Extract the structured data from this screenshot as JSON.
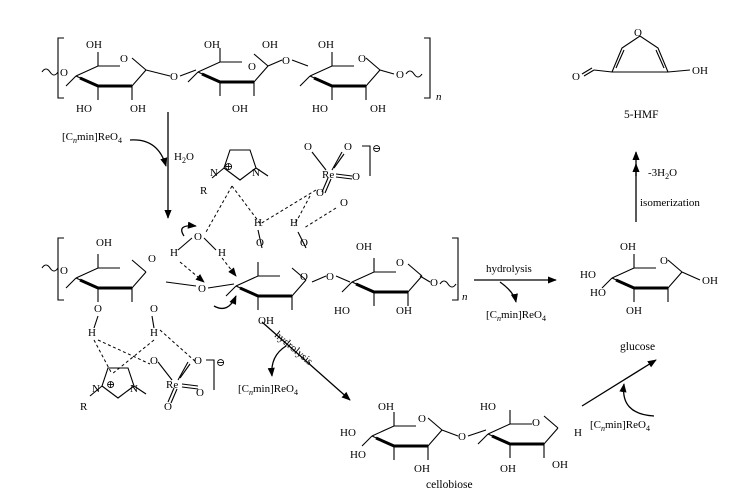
{
  "labels": {
    "oh": "OH",
    "ho": "HO",
    "o": "O",
    "h": "H",
    "n_atom": "N",
    "r_group": "R",
    "re": "Re",
    "n_sub": "n",
    "plus": "⊕",
    "minus": "⊖"
  },
  "reagents": {
    "water": "H",
    "water_sub": "2",
    "water_tail": "O",
    "il_open": "[C",
    "il_n": "n",
    "il_mid": "min]ReO",
    "il_four": "4",
    "hydrolysis": "hydrolysis",
    "dehydration": "-3H",
    "dehydration_sub": "2",
    "dehydration_tail": "O",
    "isomerization": "isomerization"
  },
  "products": {
    "hmf": "5-HMF",
    "glucose": "glucose",
    "cellobiose": "cellobiose"
  }
}
